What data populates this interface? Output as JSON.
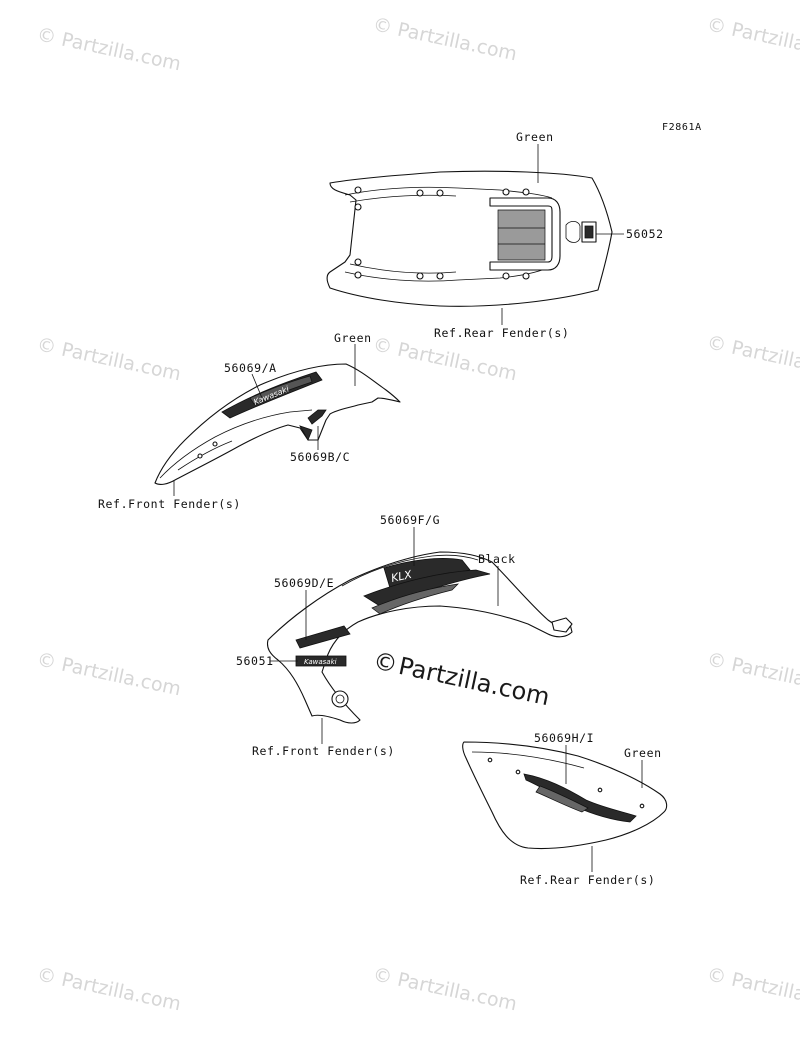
{
  "figure_code": "F2861A",
  "watermark": {
    "text": "© Partzilla.com",
    "center_copyright": "©",
    "center_text": "Partzilla.com"
  },
  "parts": {
    "rear_fender_top": {
      "color_label": "Green",
      "decal_part": "56052",
      "ref_label": "Ref.Rear Fender(s)"
    },
    "front_fender_left": {
      "color_label": "Green",
      "decal_a": "56069/A",
      "decal_bc": "56069B/C",
      "ref_label": "Ref.Front Fender(s)"
    },
    "front_fender_black": {
      "decal_fg": "56069F/G",
      "color_label": "Black",
      "decal_de": "56069D/E",
      "decal_part": "56051",
      "ref_label": "Ref.Front Fender(s)"
    },
    "rear_fender_side": {
      "decal_hi": "56069H/I",
      "color_label": "Green",
      "ref_label": "Ref.Rear Fender(s)"
    }
  },
  "decal_brand_text": "Kawasaki",
  "decal_model_text": "KLX"
}
